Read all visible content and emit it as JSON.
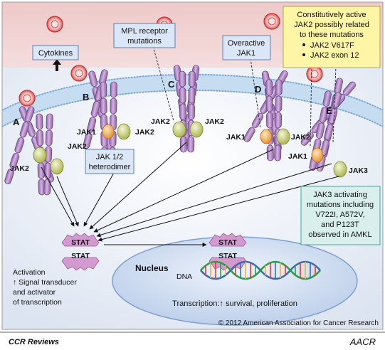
{
  "labels": {
    "A": "A",
    "B": "B",
    "C": "C",
    "D": "D",
    "E": "E",
    "cytokines": "Cytokines",
    "mpl": [
      "MPL receptor",
      "mutations"
    ],
    "overactive": [
      "Overactive",
      "JAK1"
    ],
    "constitutive": [
      "Constitutively active",
      "JAK2 possibly related",
      "to these mutations"
    ],
    "bullets": [
      "JAK2 V617F",
      "JAK2 exon 12"
    ],
    "heterodimer": [
      "JAK 1/2",
      "heterodimer"
    ],
    "jak3box": [
      "JAK3 activating",
      "mutations including",
      "V722I, A572V,",
      "and P123T",
      "observed in AMKL"
    ],
    "jak": {
      "a_jak2_upper": "JAK2",
      "a_jak2_lower": "JAK2",
      "b_jak1": "JAK1",
      "b_jak2": "JAK2",
      "c_jak2_left": "JAK2",
      "c_jak2_right": "JAK2",
      "d_jak1": "JAK1",
      "d_jak2": "JAK2",
      "e_jak1": "JAK1",
      "e_jak3": "JAK3"
    },
    "stat": "STAT",
    "nucleus": "Nucleus",
    "dna": "DNA",
    "transcription": "Transcription:↑ survival, proliferation",
    "activation": [
      "Activation",
      "↑ Signal transducer",
      "and activator",
      "of transcription"
    ],
    "copyright": "© 2012 American Association for Cancer Research",
    "footer_left": "CCR Reviews",
    "footer_right": "AACR"
  },
  "colors": {
    "extracellular": "#f3dada",
    "cytoplasm": "#dfe6f3",
    "membrane": "#a9c8e6",
    "receptor": "#b48fc4",
    "jak_green": "#c7cf78",
    "jak_orange": "#f0b25c",
    "stat": "#d9a0cf",
    "nucleus": "#bfd1ec",
    "box_blue": "#dbe6f6",
    "box_yellow": "#fff5a6",
    "box_teal": "#d9efec"
  }
}
